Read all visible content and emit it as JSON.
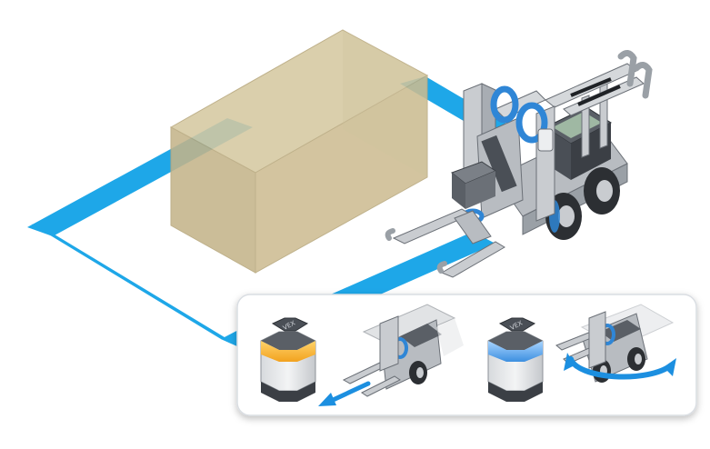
{
  "colors": {
    "background": "#ffffff",
    "tape_line": "#1ea7e8",
    "box_front": "#c9b98f",
    "box_top": "#d6c9a1",
    "box_side": "#b7a77c",
    "robot_metal": "#c9ccd0",
    "robot_dark": "#3b3f45",
    "robot_accent": "#2f86d6",
    "panel_border": "#d9dde2",
    "sensor_orange": "#f2a21f",
    "sensor_blue": "#3d8fe0",
    "arrow_blue": "#1c8fe0"
  },
  "icons": {
    "box": "cardboard-box",
    "robot": "vex-clawbot-robot",
    "sensor_1": "vex-bumper-sensor-orange",
    "sensor_2": "vex-bumper-sensor-blue",
    "action_1": "drive-forward-arrow-icon",
    "action_2": "turn-rotate-arrow-icon"
  },
  "sensors": {
    "orange": {
      "logo_text": "VEX",
      "light_color": "orange"
    },
    "blue": {
      "logo_text": "VEX",
      "light_color": "blue"
    }
  }
}
